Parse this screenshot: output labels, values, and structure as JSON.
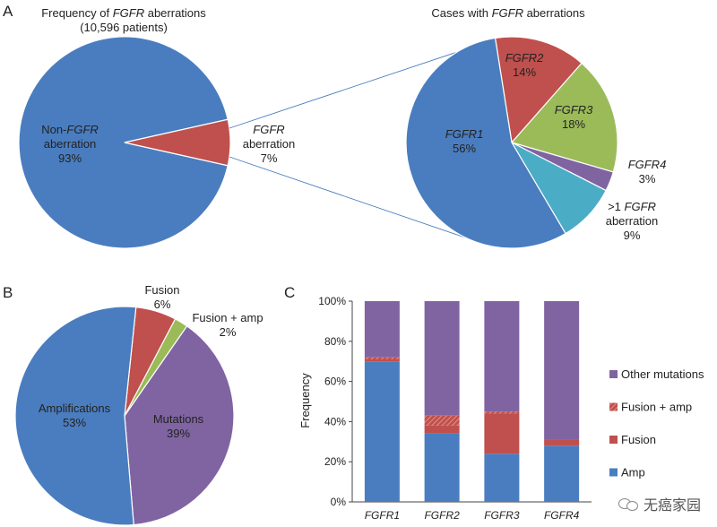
{
  "watermark": {
    "text": "无癌家园",
    "icon": "wechat-icon"
  },
  "chart_data": [
    {
      "panel": "A",
      "type": "pie",
      "title": "Frequency of FGFR aberrations",
      "title_parts": [
        "Frequency of ",
        "FGFR",
        " aberrations"
      ],
      "subtitle": "(10,596 patients)",
      "slices": [
        {
          "label_parts": [
            "Non-",
            "FGFR"
          ],
          "label_line2": "aberration",
          "value": 93,
          "value_text": "93%",
          "color": "#4a7dbf"
        },
        {
          "label_parts": [
            "",
            "FGFR"
          ],
          "label_line2": "aberration",
          "value": 7,
          "value_text": "7%",
          "color": "#c0504d"
        }
      ]
    },
    {
      "panel": "A",
      "type": "pie",
      "title": "Cases with FGFR aberrations",
      "title_parts": [
        "Cases with ",
        "FGFR",
        " aberrations"
      ],
      "slices": [
        {
          "label": "FGFR2",
          "value": 14,
          "value_text": "14%",
          "color": "#c0504d"
        },
        {
          "label": "FGFR3",
          "value": 18,
          "value_text": "18%",
          "color": "#9bbb59"
        },
        {
          "label": "FGFR4",
          "value": 3,
          "value_text": "3%",
          "color": "#8064a2"
        },
        {
          "label_parts": [
            ">1 ",
            "FGFR"
          ],
          "label_line2": "aberration",
          "value": 9,
          "value_text": "9%",
          "color": "#4bacc6"
        },
        {
          "label": "FGFR1",
          "value": 56,
          "value_text": "56%",
          "color": "#4a7dbf"
        }
      ]
    },
    {
      "panel": "B",
      "type": "pie",
      "slices": [
        {
          "label": "Fusion",
          "value": 6,
          "value_text": "6%",
          "color": "#c0504d"
        },
        {
          "label": "Fusion + amp",
          "value": 2,
          "value_text": "2%",
          "color": "#9bbb59"
        },
        {
          "label": "Mutations",
          "value": 39,
          "value_text": "39%",
          "color": "#8064a2"
        },
        {
          "label": "Amplifications",
          "value": 53,
          "value_text": "53%",
          "color": "#4a7dbf"
        }
      ]
    },
    {
      "panel": "C",
      "type": "bar",
      "stacked": true,
      "ylabel": "Frequency",
      "ylim": [
        0,
        100
      ],
      "yticks": [
        "0%",
        "20%",
        "40%",
        "60%",
        "80%",
        "100%"
      ],
      "categories": [
        "FGFR1",
        "FGFR2",
        "FGFR3",
        "FGFR4"
      ],
      "series": [
        {
          "name": "Amp",
          "color": "#4a7dbf",
          "values": [
            70,
            34,
            24,
            28
          ]
        },
        {
          "name": "Fusion",
          "color": "#c0504d",
          "values": [
            1,
            4,
            20,
            3
          ]
        },
        {
          "name": "Fusion + amp",
          "color": "#c0504d",
          "hatched": true,
          "values": [
            1,
            5,
            1,
            0
          ]
        },
        {
          "name": "Other mutations",
          "color": "#8064a2",
          "values": [
            28,
            57,
            55,
            69
          ]
        }
      ],
      "legend": [
        "Other mutations",
        "Fusion + amp",
        "Fusion",
        "Amp"
      ],
      "legend_position": "right"
    }
  ]
}
